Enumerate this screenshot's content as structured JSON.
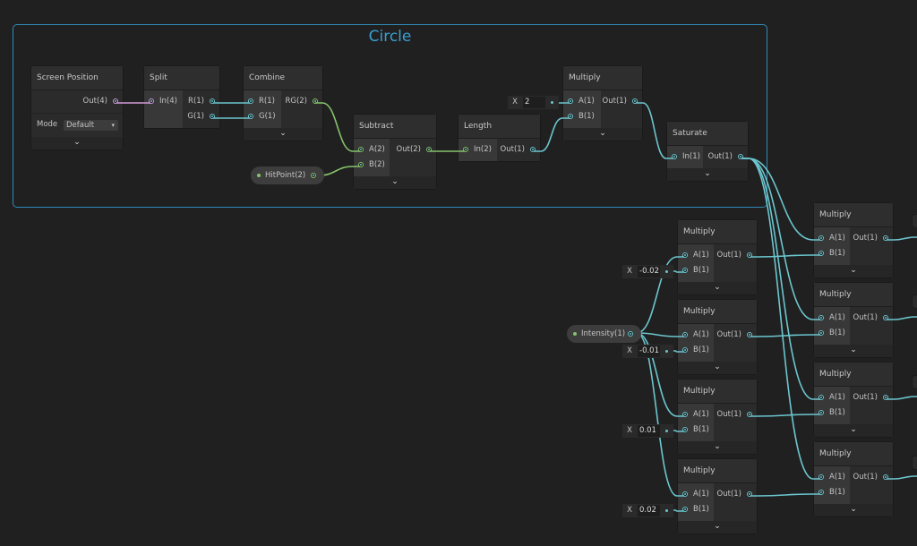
{
  "group": {
    "title": "Circle"
  },
  "colors": {
    "wire_float": "#6cc6cf",
    "wire_vec2": "#86c36a",
    "wire_vec4": "#d39ad9",
    "group_border": "#2f8bb8"
  },
  "nodes": {
    "screen_position": {
      "title": "Screen Position",
      "outputs": [
        "Out(4)"
      ],
      "mode_label": "Mode",
      "mode_value": "Default"
    },
    "split": {
      "title": "Split",
      "inputs": [
        "In(4)"
      ],
      "outputs": [
        "R(1)",
        "G(1)"
      ]
    },
    "combine": {
      "title": "Combine",
      "inputs": [
        "R(1)",
        "G(1)"
      ],
      "outputs": [
        "RG(2)"
      ]
    },
    "subtract": {
      "title": "Subtract",
      "inputs": [
        "A(2)",
        "B(2)"
      ],
      "outputs": [
        "Out(2)"
      ]
    },
    "length": {
      "title": "Length",
      "inputs": [
        "In(2)"
      ],
      "outputs": [
        "Out(1)"
      ]
    },
    "multiply_top": {
      "title": "Multiply",
      "inputs": [
        "A(1)",
        "B(1)"
      ],
      "outputs": [
        "Out(1)"
      ]
    },
    "saturate": {
      "title": "Saturate",
      "inputs": [
        "In(1)"
      ],
      "outputs": [
        "Out(1)"
      ]
    },
    "mul_l1": {
      "title": "Multiply",
      "inputs": [
        "A(1)",
        "B(1)"
      ],
      "outputs": [
        "Out(1)"
      ]
    },
    "mul_l2": {
      "title": "Multiply",
      "inputs": [
        "A(1)",
        "B(1)"
      ],
      "outputs": [
        "Out(1)"
      ]
    },
    "mul_l3": {
      "title": "Multiply",
      "inputs": [
        "A(1)",
        "B(1)"
      ],
      "outputs": [
        "Out(1)"
      ]
    },
    "mul_l4": {
      "title": "Multiply",
      "inputs": [
        "A(1)",
        "B(1)"
      ],
      "outputs": [
        "Out(1)"
      ]
    },
    "mul_r1": {
      "title": "Multiply",
      "inputs": [
        "A(1)",
        "B(1)"
      ],
      "outputs": [
        "Out(1)"
      ]
    },
    "mul_r2": {
      "title": "Multiply",
      "inputs": [
        "A(1)",
        "B(1)"
      ],
      "outputs": [
        "Out(1)"
      ]
    },
    "mul_r3": {
      "title": "Multiply",
      "inputs": [
        "A(1)",
        "B(1)"
      ],
      "outputs": [
        "Out(1)"
      ]
    },
    "mul_r4": {
      "title": "Multiply",
      "inputs": [
        "A(1)",
        "B(1)"
      ],
      "outputs": [
        "Out(1)"
      ]
    }
  },
  "properties": {
    "hitpoint": "HitPoint(2)",
    "intensity": "Intensity(1)"
  },
  "fields": [
    {
      "axis": "X",
      "value": "2"
    },
    {
      "axis": "X",
      "value": "-0.02"
    },
    {
      "axis": "X",
      "value": "-0.01"
    },
    {
      "axis": "X",
      "value": "0.01"
    },
    {
      "axis": "X",
      "value": "0.02"
    }
  ],
  "chevron": "⌄"
}
